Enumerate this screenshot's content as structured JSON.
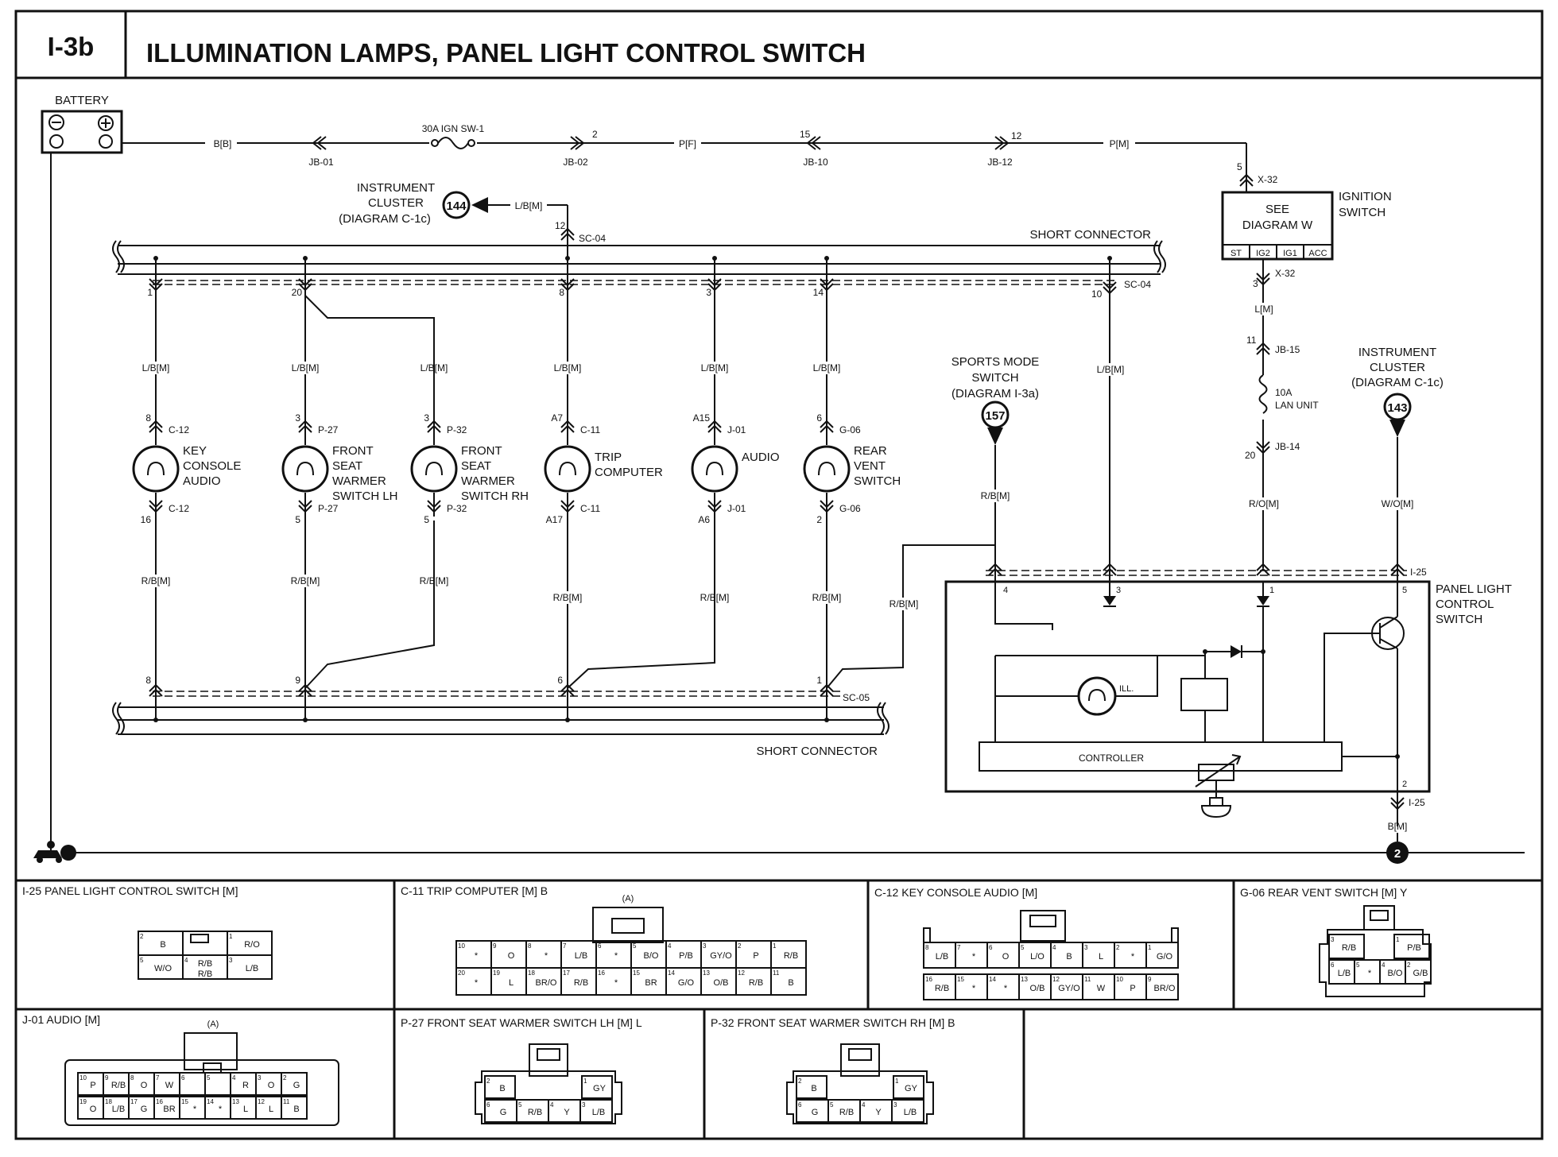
{
  "header": {
    "code": "I-3b",
    "title": "ILLUMINATION LAMPS, PANEL LIGHT CONTROL SWITCH"
  },
  "battery": {
    "label": "BATTERY"
  },
  "top_wires": {
    "bb": "B[B]",
    "pf": "P[F]",
    "pm": "P[M]",
    "fuse": "30A IGN SW-1"
  },
  "top_connectors": {
    "jb01": "JB-01",
    "jb02": "JB-02",
    "jb02_pin": "2",
    "jb10": "JB-10",
    "jb10_pin": "15",
    "jb12": "JB-12",
    "jb12_pin": "12"
  },
  "ignition": {
    "pin5": "5",
    "x32_top": "X-32",
    "see": "SEE",
    "diagram": "DIAGRAM W",
    "label1": "IGNITION",
    "label2": "SWITCH",
    "terminals": [
      "ST",
      "IG2",
      "IG1",
      "ACC"
    ],
    "pin3": "3",
    "x32_bottom": "X-32",
    "wire": "L[M]",
    "jb15_pin": "11",
    "jb15": "JB-15",
    "fuse1": "10A",
    "fuse2": "LAN UNIT",
    "jb14_pin": "20",
    "jb14": "JB-14",
    "wire2": "R/O[M]"
  },
  "instrument_top": {
    "line1": "INSTRUMENT",
    "line2": "CLUSTER",
    "line3": "(DIAGRAM C-1c)",
    "circle": "144",
    "wire": "L/B[M]",
    "pin": "12",
    "conn": "SC-04"
  },
  "short_connector_top": {
    "label": "SHORT CONNECTOR",
    "conn": "SC-04"
  },
  "short_connector_bottom": {
    "label": "SHORT CONNECTOR",
    "conn": "SC-05"
  },
  "lamps": [
    {
      "top_pin": "1",
      "wire_top": "L/B[M]",
      "pin_a": "8",
      "conn_a": "C-12",
      "name": [
        "KEY",
        "CONSOLE",
        "AUDIO"
      ],
      "pin_b": "16",
      "conn_b": "C-12",
      "wire_bot": "R/B[M]",
      "bot_pin": "8"
    },
    {
      "top_pin": "20",
      "wire_top": "L/B[M]",
      "pin_a": "3",
      "conn_a": "P-27",
      "name": [
        "FRONT",
        "SEAT",
        "WARMER",
        "SWITCH LH"
      ],
      "pin_b": "5",
      "conn_b": "P-27",
      "wire_bot": "R/B[M]",
      "bot_pin": "9"
    },
    {
      "top_pin": "",
      "wire_top": "L/B[M]",
      "pin_a": "3",
      "conn_a": "P-32",
      "name": [
        "FRONT",
        "SEAT",
        "WARMER",
        "SWITCH RH"
      ],
      "pin_b": "5",
      "conn_b": "P-32",
      "wire_bot": "R/B[M]",
      "bot_pin": ""
    },
    {
      "top_pin": "8",
      "wire_top": "L/B[M]",
      "pin_a": "A7",
      "conn_a": "C-11",
      "name": [
        "TRIP",
        "COMPUTER"
      ],
      "pin_b": "A17",
      "conn_b": "C-11",
      "wire_bot": "R/B[M]",
      "bot_pin": "6"
    },
    {
      "top_pin": "3",
      "wire_top": "L/B[M]",
      "pin_a": "A15",
      "conn_a": "J-01",
      "name": [
        "AUDIO"
      ],
      "pin_b": "A6",
      "conn_b": "J-01",
      "wire_bot": "R/B[M]",
      "bot_pin": ""
    },
    {
      "top_pin": "14",
      "wire_top": "L/B[M]",
      "pin_a": "6",
      "conn_a": "G-06",
      "name": [
        "REAR",
        "VENT",
        "SWITCH"
      ],
      "pin_b": "2",
      "conn_b": "G-06",
      "wire_bot": "R/B[M]",
      "bot_pin": "1"
    }
  ],
  "extra_wires": {
    "rb_loop": "R/B[M]",
    "lb_sc04": "L/B[M]",
    "sc04_pin10": "10"
  },
  "sports_mode": {
    "line1": "SPORTS MODE",
    "line2": "SWITCH",
    "line3": "(DIAGRAM I-3a)",
    "circle": "157",
    "wire": "R/B[M]"
  },
  "instrument_right": {
    "line1": "INSTRUMENT",
    "line2": "CLUSTER",
    "line3": "(DIAGRAM C-1c)",
    "circle": "143",
    "wire": "W/O[M]"
  },
  "panel_switch": {
    "conn": "I-25",
    "pins": [
      "4",
      "3",
      "1",
      "5"
    ],
    "label": [
      "PANEL LIGHT",
      "CONTROL",
      "SWITCH"
    ],
    "ill": "ILL.",
    "controller": "CONTROLLER",
    "pin2": "2",
    "conn_bottom": "I-25",
    "wire": "B[M]",
    "ground": "2"
  },
  "connectors": {
    "i25": {
      "title": "I-25 PANEL LIGHT CONTROL SWITCH [M]",
      "row1": [
        "B",
        "",
        "R/O"
      ],
      "row2": [
        "W/O",
        "R/B R/B",
        "L/B"
      ],
      "nums1": [
        "2",
        "",
        "1"
      ],
      "nums2": [
        "5",
        "4",
        "3"
      ]
    },
    "c11": {
      "title": "C-11 TRIP COMPUTER  [M] B",
      "tag": "(A)",
      "row1": [
        "*",
        "O",
        "*",
        "L/B",
        "*",
        "B/O",
        "P/B",
        "GY/O",
        "P",
        "R/B"
      ],
      "nums1": [
        "10",
        "9",
        "8",
        "7",
        "6",
        "5",
        "4",
        "3",
        "2",
        "1"
      ],
      "row2": [
        "*",
        "L",
        "BR/O",
        "R/B",
        "*",
        "BR",
        "G/O",
        "O/B",
        "R/B",
        "B"
      ],
      "nums2": [
        "20",
        "19",
        "18",
        "17",
        "16",
        "15",
        "14",
        "13",
        "12",
        "11"
      ]
    },
    "c12": {
      "title": "C-12 KEY CONSOLE AUDIO [M]",
      "row1": [
        "L/B",
        "*",
        "O",
        "L/O",
        "B",
        "L",
        "*",
        "G/O"
      ],
      "nums1": [
        "8",
        "7",
        "6",
        "5",
        "4",
        "3",
        "2",
        "1"
      ],
      "row2": [
        "R/B",
        "*",
        "*",
        "O/B",
        "GY/O",
        "W",
        "P",
        "BR/O"
      ],
      "nums2": [
        "16",
        "15",
        "14",
        "13",
        "12",
        "11",
        "10",
        "9"
      ]
    },
    "g06": {
      "title": "G-06 REAR VENT SWITCH [M] Y",
      "top": [
        "R/B",
        "P/B"
      ],
      "topn": [
        "3",
        "1"
      ],
      "bottom": [
        "L/B",
        "*",
        "B/O",
        "G/B"
      ],
      "bottomn": [
        "6",
        "5",
        "4",
        "2"
      ]
    },
    "j01": {
      "title": "J-01 AUDIO [M]",
      "tag": "(A)",
      "row1": [
        "P",
        "R/B",
        "O",
        "W",
        "",
        "",
        "R",
        "O",
        "G"
      ],
      "nums1": [
        "10",
        "9",
        "8",
        "7",
        "6",
        "5",
        "4",
        "3",
        "2"
      ],
      "row2": [
        "O",
        "L/B",
        "G",
        "BR",
        "*",
        "*",
        "L",
        "L",
        "B"
      ],
      "nums2": [
        "19",
        "18",
        "17",
        "16",
        "15",
        "14",
        "13",
        "12",
        "11"
      ]
    },
    "p27": {
      "title": "P-27 FRONT SEAT WARMER SWITCH LH [M] L",
      "top": [
        "B",
        "GY"
      ],
      "topn": [
        "2",
        "1"
      ],
      "bottom": [
        "G",
        "R/B",
        "Y",
        "L/B"
      ],
      "bottomn": [
        "6",
        "5",
        "4",
        "3"
      ]
    },
    "p32": {
      "title": "P-32 FRONT SEAT WARMER SWITCH RH [M] B",
      "top": [
        "B",
        "GY"
      ],
      "topn": [
        "2",
        "1"
      ],
      "bottom": [
        "G",
        "R/B",
        "Y",
        "L/B"
      ],
      "bottomn": [
        "6",
        "5",
        "4",
        "3"
      ]
    }
  }
}
